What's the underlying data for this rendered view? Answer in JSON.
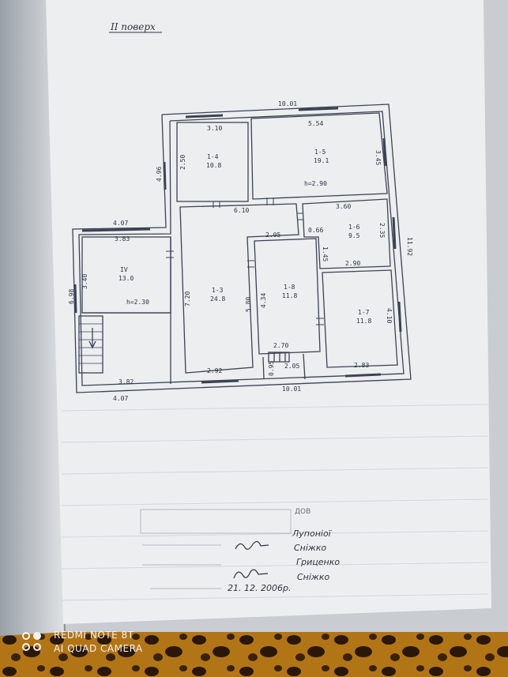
{
  "sheet": {
    "floor_title": "II поверх"
  },
  "plan": {
    "dims": {
      "top_total": "10.01",
      "bottom_total": "10.01",
      "left_height": "4.96",
      "right_height": "11.92",
      "left_wing_top": "4.07",
      "left_wing_bottom": "4.07",
      "left_wing_side": "6.98",
      "r14_width": "3.10",
      "r14_height": "2.50",
      "r15_width": "5.54",
      "r15_height": "3.45",
      "r15_ceiling": "h=2.90",
      "corridor_width": "6.10",
      "r16_width": "3.60",
      "r16_height": "2.35",
      "r16_small_a": "0.66",
      "r16_small_b": "1.45",
      "r16_bottom": "2.90",
      "r18_top": "2.05",
      "r18_side": "4.34",
      "r18_bottom": "2.70",
      "r18_stair_w": "2.05",
      "r18_stair_h": "0.95",
      "r13_height": "7.20",
      "r13_side": "5.80",
      "r13_bottom": "2.92",
      "r17_side": "4.10",
      "r17_bottom": "2.83",
      "r4_width": "3.83",
      "r4_height": "3.40",
      "r4_ceiling": "h=2.30",
      "r4_bottom": "3.82"
    },
    "rooms": [
      {
        "id": "1-4",
        "area": "10.8"
      },
      {
        "id": "1-5",
        "area": "19.1"
      },
      {
        "id": "1-6",
        "area": "9.5"
      },
      {
        "id": "1-8",
        "area": "11.8"
      },
      {
        "id": "1-3",
        "area": "24.8"
      },
      {
        "id": "1-7",
        "area": "11.8"
      },
      {
        "id": "IV",
        "area": "13.0"
      }
    ]
  },
  "signatures": {
    "header_stamp": "ДОВ",
    "line1": "Лупоніої",
    "line2": "Сніжко",
    "line3": "Гриценко",
    "line4": "Сніжко",
    "date": "21. 12. 2006р."
  },
  "camera_overlay": {
    "line1": "REDMI NOTE 8T",
    "line2": "AI QUAD CAMERA"
  },
  "colors": {
    "paper": "#eceef0",
    "ink": "#2f3440",
    "pencil": "#3c4353",
    "fabric": "#b8781a"
  }
}
